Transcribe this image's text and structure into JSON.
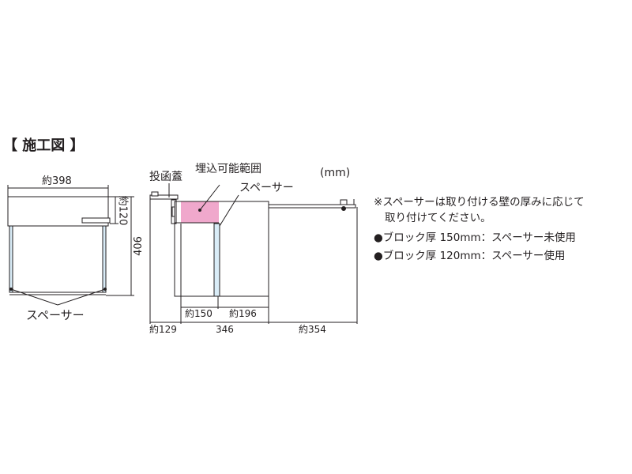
{
  "title": "【 施工図 】",
  "unit": "(mm)",
  "front_view": {
    "width_label": "約398",
    "height_top_label": "約120",
    "height_label": "406",
    "spacer_label": "スペーサー"
  },
  "side_view": {
    "lid_label": "投函蓋",
    "embed_range_label": "埋込可能範囲",
    "spacer_label": "スペーサー",
    "dim_150": "約150",
    "dim_196": "約196",
    "dim_129": "約129",
    "dim_346": "346",
    "dim_354": "約354"
  },
  "notes": [
    "※スペーサーは取り付ける壁の厚みに応じて",
    "取り付けてください。",
    "●ブロック厚 150mm：スペーサー未使用",
    "●ブロック厚 120mm：スペーサー使用"
  ],
  "colors": {
    "embed_range": "#f0a8cc",
    "spacer": "#d9ecf7",
    "line": "#231f20"
  }
}
